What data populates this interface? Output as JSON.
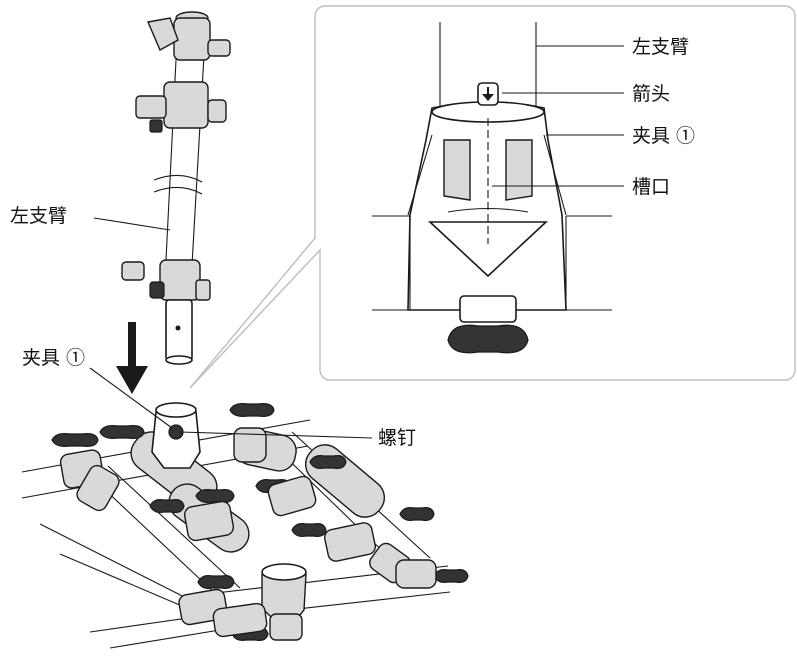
{
  "labels": {
    "left_arm_main": "左支臂",
    "clamp_main": "夹具 ①",
    "screw": "螺钉",
    "callout_left_arm": "左支臂",
    "callout_arrow": "箭头",
    "callout_clamp": "夹具 ①",
    "callout_slot": "槽口"
  },
  "icons": {
    "arrow_mark": "down-arrow-in-box",
    "insert_direction": "down-arrow"
  },
  "colors": {
    "line": "#1a1a1a",
    "part_fill": "#d9d9d9",
    "callout_border": "#bdbdbd"
  }
}
